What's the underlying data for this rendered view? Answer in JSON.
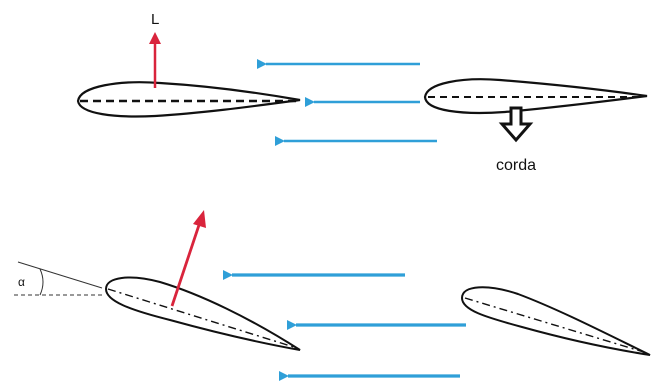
{
  "labels": {
    "lift": "L",
    "chord": "corda",
    "angle": "α"
  },
  "colors": {
    "flow_arrow": "#2f9fd8",
    "lift_arrow": "#d9243c",
    "airfoil_outline": "#111111",
    "chord_line": "#111111"
  },
  "icons": {
    "chord_pointer": "down-arrow-icon"
  }
}
